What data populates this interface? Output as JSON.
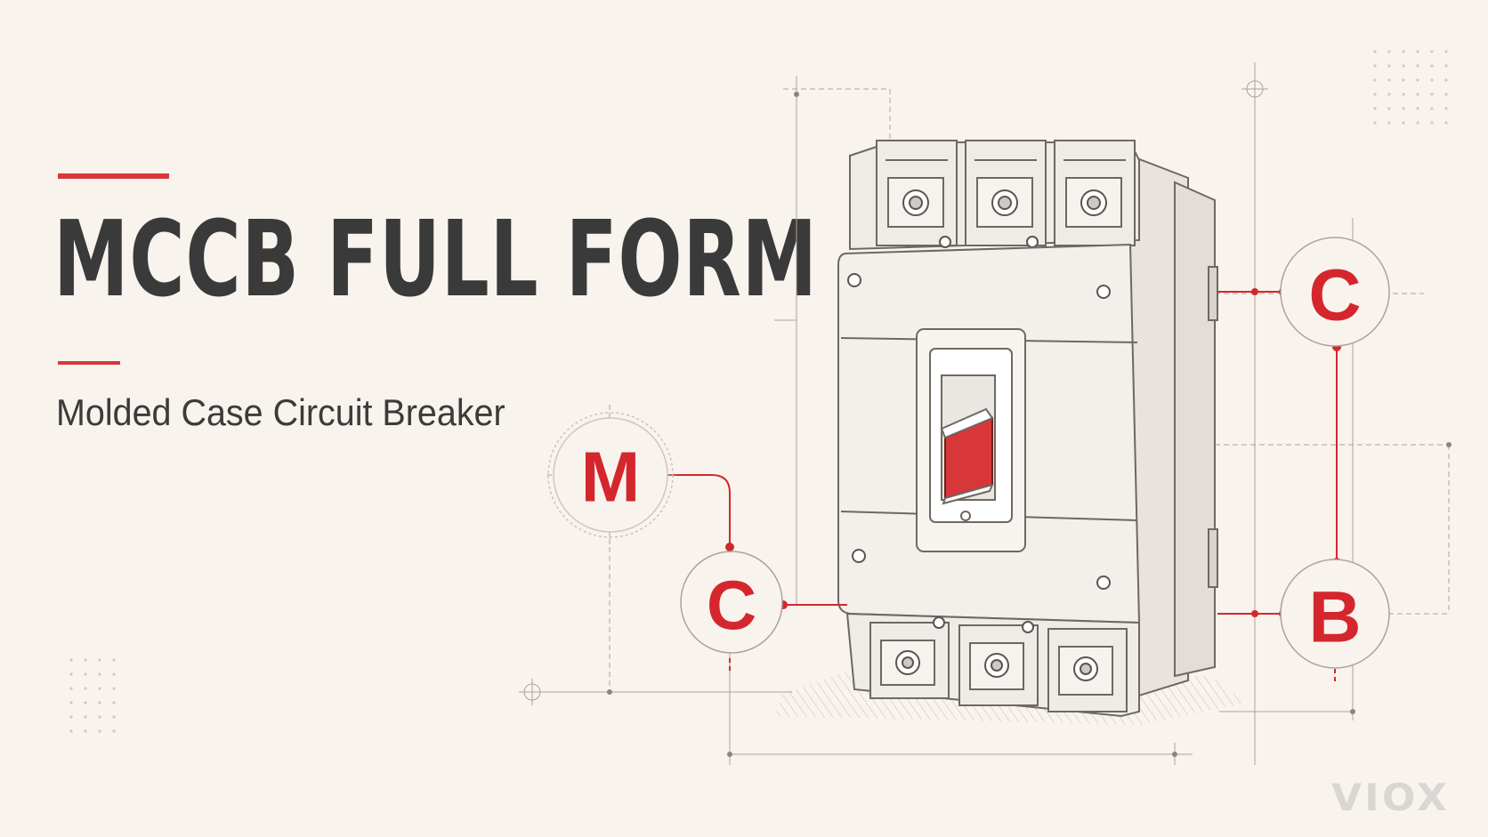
{
  "title": "MCCB FULL FORM",
  "subtitle": "Molded Case Circuit Breaker",
  "brand": "VIOX",
  "letters": {
    "m": "M",
    "c1": "C",
    "c2": "C",
    "b": "B"
  },
  "colors": {
    "accent": "#d8373a",
    "text": "#3a3a3a",
    "background": "#f8f3ed",
    "brand": "#d9d6d3"
  }
}
